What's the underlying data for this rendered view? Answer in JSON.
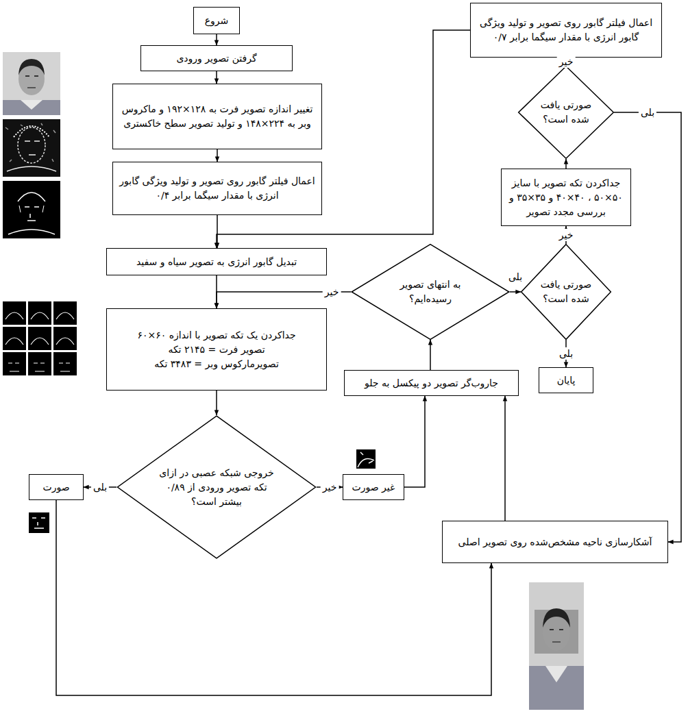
{
  "diagram": {
    "nodes": [
      {
        "text": [
          "شروع"
        ]
      },
      {
        "text": [
          "گرفتن تصویر ورودی"
        ]
      },
      {
        "text": [
          "تغییر اندازه تصویر فرت به ۱۲۸×۱۹۲ و ماکروس وبر به ۲۲۴×۱۴۸ و تولید تصویر سطح خاکستری"
        ]
      },
      {
        "text": [
          "اعمال فیلتر گابور روی تصویر و تولید ویژگی گابور انرژی با مقدار سیگما برابر ۰/۴"
        ]
      },
      {
        "text": [
          "تبدیل گابور انرژی به تصویر سیاه و سفید"
        ]
      },
      {
        "text": [
          "جداکردن یک تکه تصویر با اندازه ۶۰×۶۰",
          "تصویر فرت = ۲۱۴۵ تکه",
          "تصویرمارکوس وبر = ۳۴۸۳ تکه"
        ]
      },
      {
        "text": [
          "خروجی شبکه عصبی در ازای تکه تصویر ورودی از ۰/۸۹ بیشتر است؟"
        ]
      },
      {
        "text": [
          "صورت"
        ]
      },
      {
        "text": [
          "غیر صورت"
        ]
      },
      {
        "text": [
          "جاروب‌گر تصویر دو پیکسل به جلو"
        ]
      },
      {
        "text": [
          "به انتهای تصویر رسیده‌ایم؟"
        ]
      },
      {
        "text": [
          "صورتی یافت شده است؟"
        ]
      },
      {
        "text": [
          "جداکردن تکه تصویر با سایز ۵۰×۵۰ ، ۴۰×۴۰ و ۳۵×۳۵ و بررسی مجدد تصویر"
        ]
      },
      {
        "text": [
          "صورتی یافت شده است؟"
        ]
      },
      {
        "text": [
          "اعمال فیلتر گابور روی تصویر و تولید ویژگی گابور انرژی با مقدار سیگما برابر ۰/۷"
        ]
      },
      {
        "text": [
          "پایان"
        ]
      },
      {
        "text": [
          "آشکارسازی ناحیه مشخص‌شده روی تصویر اصلی"
        ]
      }
    ],
    "edges": [
      {
        "from": 0,
        "to": 1,
        "arrow": "to"
      },
      {
        "from": 1,
        "to": 2,
        "arrow": "to"
      },
      {
        "from": 2,
        "to": 3,
        "arrow": "to"
      },
      {
        "from": 3,
        "to": 4,
        "arrow": "to"
      },
      {
        "from": 4,
        "to": 5,
        "arrow": "to"
      },
      {
        "from": 5,
        "to": 6,
        "arrow": "to"
      },
      {
        "from": 6,
        "to": 7,
        "label": "بلی",
        "arrow": "to"
      },
      {
        "from": 6,
        "to": 8,
        "label": "خیر",
        "arrow": "to"
      },
      {
        "from": 7,
        "to": 16,
        "arrow": "to"
      },
      {
        "from": 8,
        "to": 9,
        "arrow": "to"
      },
      {
        "from": 16,
        "to": 9,
        "arrow": "to"
      },
      {
        "from": 9,
        "to": 10,
        "arrow": "to"
      },
      {
        "from": 10,
        "to": 5,
        "label": "خیر",
        "arrow": "to"
      },
      {
        "from": 10,
        "to": 11,
        "label": "بلی",
        "arrow": "to"
      },
      {
        "from": 11,
        "to": 15,
        "label": "بلی",
        "arrow": "to"
      },
      {
        "from": 11,
        "to": 12,
        "label": "خیر",
        "arrow": "to"
      },
      {
        "from": 12,
        "to": 13,
        "arrow": "to"
      },
      {
        "from": 13,
        "to": 14,
        "label": "خیر",
        "arrow": "to"
      },
      {
        "from": 14,
        "to": 4,
        "arrow": "to"
      },
      {
        "from": 13,
        "to": 16,
        "label": "بلی",
        "arrow": "to"
      }
    ]
  }
}
